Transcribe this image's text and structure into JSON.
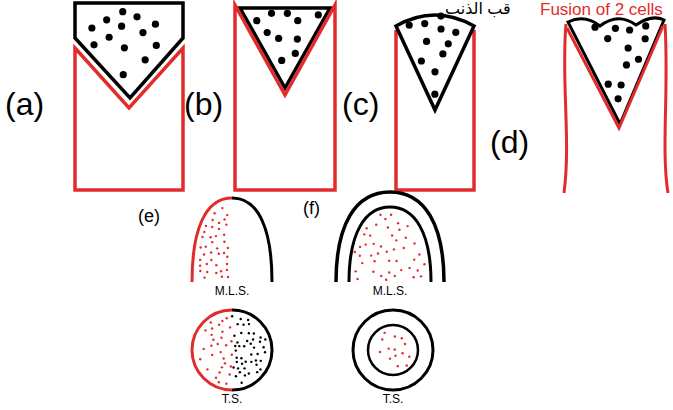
{
  "diagram": {
    "labels": [
      "قب الذنب",
      "Fusion of 2 cells",
      "(a)",
      "(b)",
      "(c)",
      "(d)",
      "(e)",
      "M.L.S.",
      "T.S.",
      "(f)",
      "M.L.S.",
      "T.S."
    ]
  }
}
